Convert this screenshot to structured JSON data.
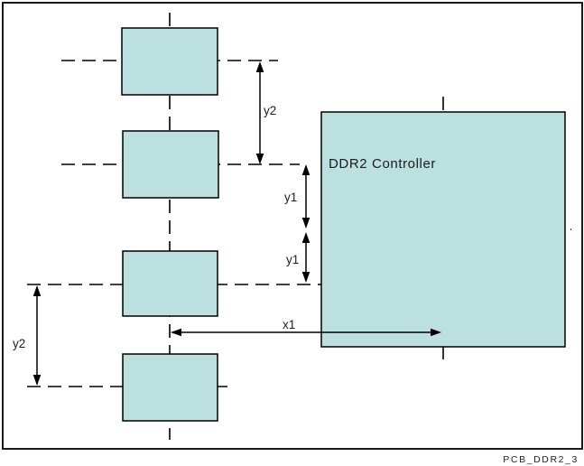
{
  "figure": {
    "controller_label": "DDR2 Controller",
    "figure_id": "PCB_DDR2_3",
    "dimensions": {
      "y2_right": "y2",
      "y1_upper": "y1",
      "y1_lower": "y1",
      "y2_left": "y2",
      "x1": "x1"
    },
    "colors": {
      "component_fill": "#BCDFE0",
      "line": "#000000",
      "background": "#FFFFFF"
    }
  }
}
